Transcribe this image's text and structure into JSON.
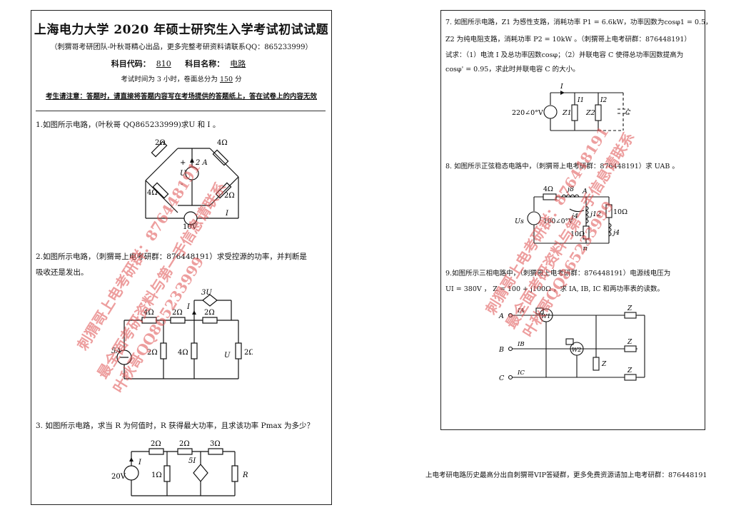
{
  "left": {
    "title": "上海电力大学 2020 年硕士研究生入学考试初试试题",
    "subtitle": "（刺猬哥考研团队-叶秋哥精心出品，更多完整考研资料请联系QQ：865233999）",
    "code_label": "科目代码：",
    "code_value": "810",
    "name_label": "科目名称：",
    "name_value": "电路",
    "time_prefix": "考试时间为 3 小时，卷面总分为",
    "time_score": "150",
    "time_suffix": "分",
    "notice": "考生请注意：答题时，请直接将答题内容写在考场提供的答题纸上，答在试卷上的内容无效",
    "q1": "1.如图所示电路，(叶秋哥 QQ865233999)求U 和 I 。",
    "q2_line1": "2.如图所示电路，（刺猬哥上电考研群：876448191）求受控源的功率，并判断是",
    "q2_line2": "吸收还是发出。",
    "q3": "3. 如图所示电路，求当 R 为何值时，R 获得最大功率，且求该功率 Pmax 为多少？"
  },
  "right": {
    "q7_line1": "7. 如图所示电路，Z1 为感性支路，消耗功率 P1 = 6.6kW，功率因数为cosφ1 = 0.5，",
    "q7_line2": "Z2 为纯电阻支路，消耗功率 P2 = 10kW 。（刺猬哥上电考研群：876448191）",
    "q7_line3": "试求：（1）电流 I 及总功率因数cosφ；（2）并联电容 C 使得总功率因数提高为",
    "q7_line4": "cosφ' = 0.95，求此时并联电容 C 的大小。",
    "q8": "8. 如图所示正弦稳态电路中，（刺猬哥上电考研群：876448191）求 UAB 。",
    "q9_line1": "9.如图所示三相电路中，（刺猬哥上电考研群：876448191）电源线电压为",
    "q9_line2": "UI = 380V ， Z = 100 + j100Ω ，求 IA, IB, IC 和两功率表的读数。"
  },
  "circuits": {
    "q1": {
      "r_top_left": "2Ω",
      "r_top_right": "4Ω",
      "r_bot_left": "4Ω",
      "r_bot_right": "2Ω",
      "isrc": "2 A",
      "u": "U",
      "i": "I",
      "vsrc": "10V",
      "plus": "+",
      "minus": "-"
    },
    "q2": {
      "ccvs": "3U",
      "isrc": "5A",
      "r1": "4Ω",
      "r2": "2Ω",
      "r3": "2Ω",
      "r4": "2Ω",
      "r5": "4Ω",
      "r6": "2Ω",
      "u": "U",
      "i": "I"
    },
    "q3": {
      "r1": "2Ω",
      "r2": "2Ω",
      "r3": "3Ω",
      "r4": "1Ω",
      "vsrc": "20V",
      "cccs": "5I",
      "i": "I",
      "r": "R"
    },
    "q7": {
      "vsrc": "220∠0°V",
      "z1": "Z1",
      "z2": "Z2",
      "c": "C",
      "i": "I",
      "i1": "I1",
      "i2": "I2"
    },
    "q8": {
      "r1": "4Ω",
      "j8": "j8",
      "j4a": "j4",
      "j12": "j12",
      "r2": "10Ω",
      "r3": "10Ω",
      "j4b": "j4",
      "a": "A",
      "b": "B",
      "vsrc": "100∠0°V",
      "us": "Us"
    },
    "q9": {
      "a": "A",
      "b": "B",
      "c": "C",
      "ia": "IA",
      "ib": "IB",
      "ic": "IC",
      "w1": "W1",
      "w2": "W2",
      "z": "Z"
    }
  },
  "watermarks": {
    "w1": "刺猬哥上电考研群：876448191",
    "w2": "最全面考研资料与第一手信息请联系",
    "w3": "叶秋哥QQ865233999"
  },
  "footer": "上电考研电路历史最高分出自刺猬哥VIP答疑群，更多免费资源请加上电考研群：876448191"
}
